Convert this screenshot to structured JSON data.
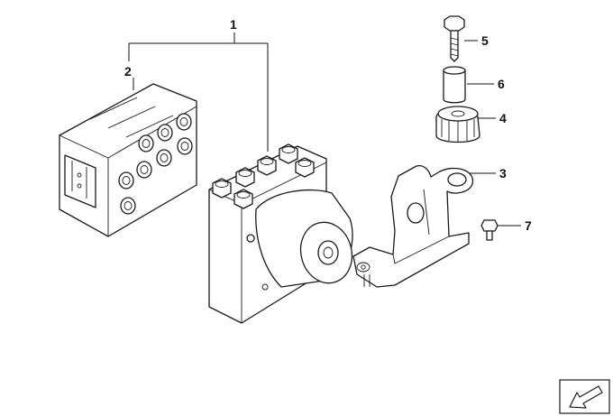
{
  "callouts": [
    {
      "id": "1",
      "label": "1"
    },
    {
      "id": "2",
      "label": "2"
    },
    {
      "id": "3",
      "label": "3"
    },
    {
      "id": "4",
      "label": "4"
    },
    {
      "id": "5",
      "label": "5"
    },
    {
      "id": "6",
      "label": "6"
    },
    {
      "id": "7",
      "label": "7"
    }
  ],
  "icons": {
    "nav": "arrow-down-left-icon"
  }
}
